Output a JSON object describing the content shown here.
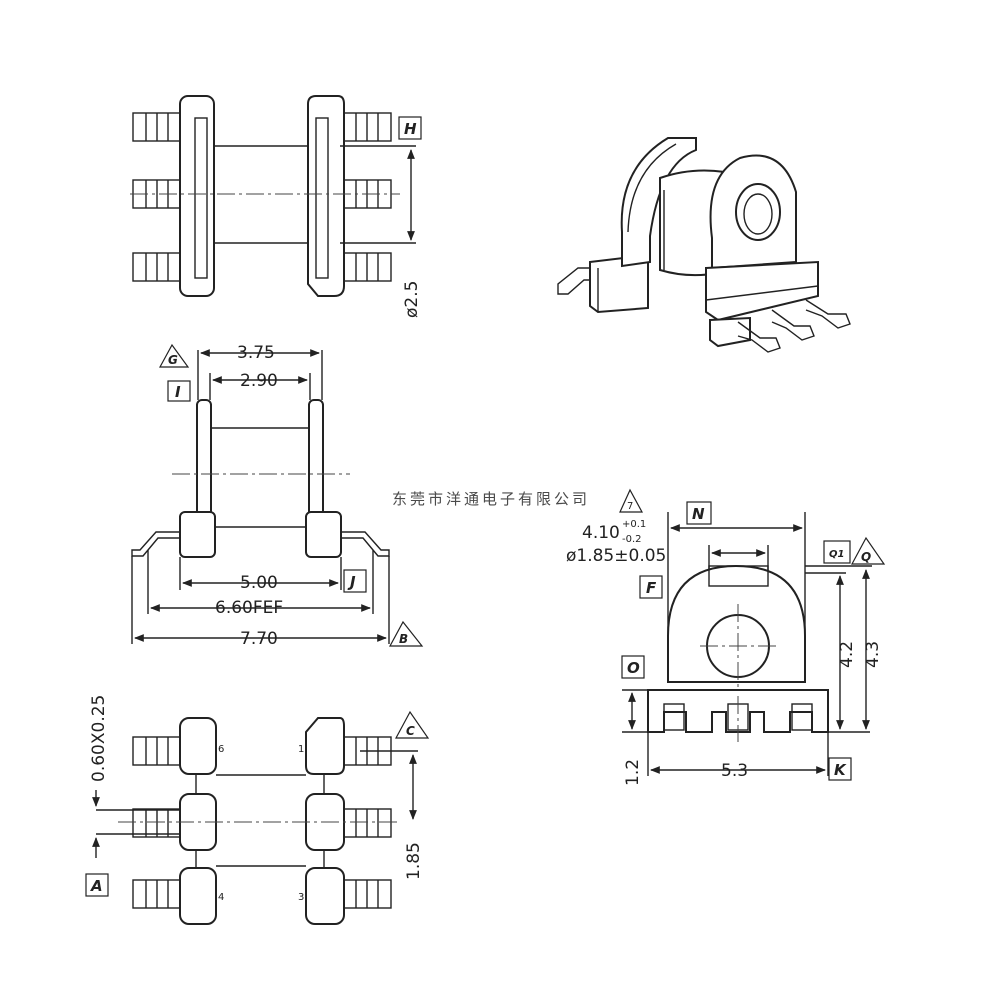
{
  "watermark": "东莞市洋通电子有限公司",
  "labels": {
    "H": "H",
    "G": "G",
    "I": "I",
    "J": "J",
    "B": "B",
    "C": "C",
    "A": "A",
    "N": "N",
    "F": "F",
    "O": "O",
    "K": "K",
    "Q": "Q",
    "Q1": "Q1",
    "T7": "7"
  },
  "dimensions": {
    "d_2_5": "ø2.5",
    "d_3_75": "3.75",
    "d_2_90": "2.90",
    "d_5_00": "5.00",
    "d_6_60": "6.60FEF",
    "d_7_70": "7.70",
    "d_060": "0.60X0.25",
    "d_1_85": "1.85",
    "d_4_10": "4.10",
    "d_4_10_tol_plus": "+0.1",
    "d_4_10_tol_minus": "-0.2",
    "d_1_85_dia": "ø1.85±0.05",
    "d_4_2": "4.2",
    "d_4_3": "4.3",
    "d_1_2": "1.2",
    "d_5_3": "5.3"
  },
  "pins": {
    "p1": "1",
    "p3": "3",
    "p4": "4",
    "p6": "6"
  }
}
